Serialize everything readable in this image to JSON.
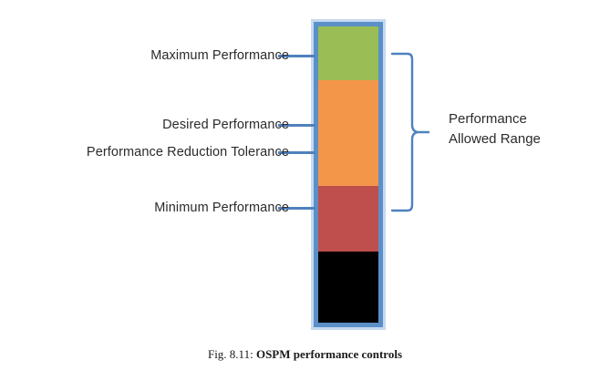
{
  "figure": {
    "caption_number": "Fig. 8.11:",
    "caption_title": "OSPM performance controls",
    "bar": {
      "segments": [
        {
          "name": "maximum-performance-band",
          "color": "#9abd55",
          "label": "Maximum Performance"
        },
        {
          "name": "desired-performance-band",
          "color": "#f4964a",
          "label": "Desired Performance"
        },
        {
          "name": "minimum-performance-band",
          "color": "#be4f4c",
          "label": "Minimum Performance"
        },
        {
          "name": "below-minimum-band",
          "color": "#000000",
          "label": ""
        }
      ],
      "frame_color": "#5b8fc8",
      "frame_glow_color": "#c5d9ef"
    },
    "callouts": [
      {
        "id": "maximum-performance",
        "label": "Maximum Performance"
      },
      {
        "id": "desired-performance",
        "label": "Desired Performance"
      },
      {
        "id": "performance-reduction-tolerance",
        "label": "Performance Reduction Tolerance"
      },
      {
        "id": "minimum-performance",
        "label": "Minimum Performance"
      }
    ],
    "range_annotation": {
      "line1": "Performance",
      "line2": "Allowed Range",
      "brace_color": "#4f81bd"
    },
    "leader_line_color": "#4f81bd"
  }
}
